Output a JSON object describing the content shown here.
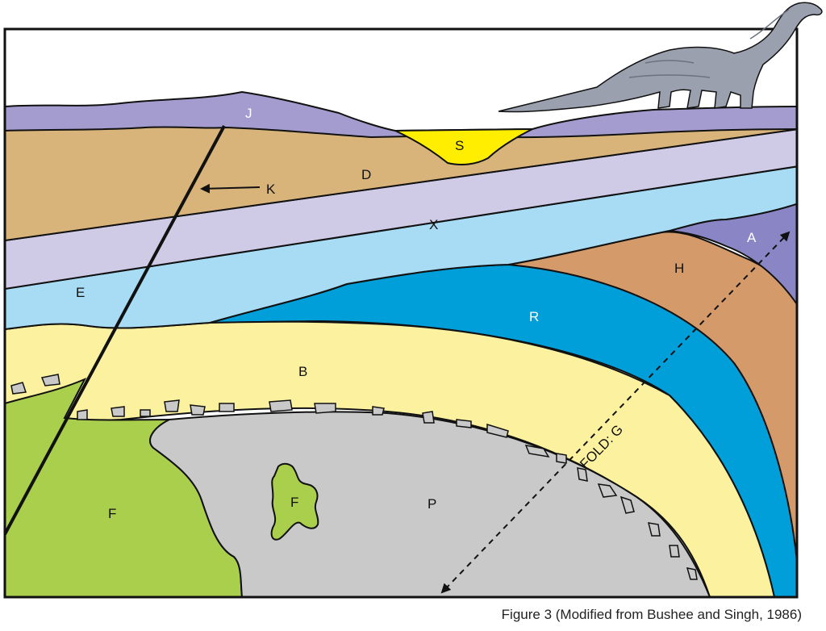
{
  "labels": {
    "J": "J",
    "S": "S",
    "D": "D",
    "K": "K",
    "X": "X",
    "A": "A",
    "E": "E",
    "H": "H",
    "R": "R",
    "B": "B",
    "F_left": "F",
    "F_inner": "F",
    "P": "P",
    "fold": "FOLD: G"
  },
  "caption": "Figure 3 (Modified from Bushee and Singh, 1986)",
  "colors": {
    "J": "#a49ccf",
    "S": "#ffee00",
    "D": "#d8b47a",
    "X": "#cfcae6",
    "E": "#a8dcf4",
    "A": "#8a86c6",
    "H": "#d49a6a",
    "R": "#019fda",
    "B": "#fbf19e",
    "F": "#a9cf4c",
    "P": "#c9c9c9",
    "dinosaur": "#9aa0ad"
  }
}
